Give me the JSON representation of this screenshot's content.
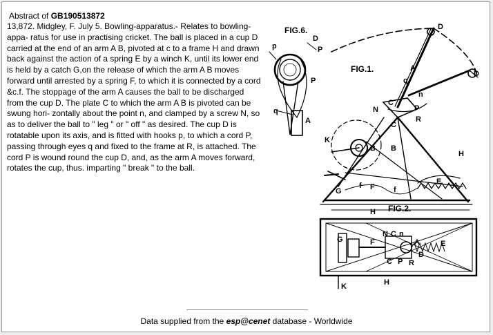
{
  "header": {
    "prefix": "Abstract of ",
    "number": "GB190513872"
  },
  "abstract": {
    "text": "13,872. Midgley, F. July 5. Bowling-apparatus.- Relates to bowling-appa- ratus for use in practising cricket. The ball is placed in a cup D carried at the end of an arm A B, pivoted at c to a frame H and drawn back against the action of a spring E by a winch K, until its lower end is held by a catch G,on the release of which the arm A B moves forward until arrested by a spring F, to which it is connected by a cord &c.f. The stoppage of the arm A causes the ball to be discharged from the cup D. The plate C to which the arm A B is pivoted can be swung hori- zontally about the point n, and clamped by a screw N, so as to deliver the ball to \" leg \" or \" off \" as desired. The cup D is rotatable upon its axis, and is fitted with hooks p, to which a cord P, passing through eyes q and fixed to the frame at R, is attached. The cord P is wound round the cup D, and, as the arm A moves forward, rotates the cup, thus. imparting \" break \" to the ball."
  },
  "drawing": {
    "fig6": "FIG.6.",
    "fig1": "FIG.1.",
    "fig2": "FIG.2.",
    "labels": {
      "D": "D",
      "A": "A",
      "P": "P",
      "p": "p",
      "q": "q",
      "n": "n",
      "N": "N",
      "C": "C",
      "R": "R",
      "K": "K",
      "B": "B",
      "H": "H",
      "G": "G",
      "F": "F",
      "E": "E",
      "f": "f"
    }
  },
  "footer": {
    "prefix": "Data supplied from the ",
    "source": "esp@cenet",
    "suffix": " database - Worldwide"
  }
}
